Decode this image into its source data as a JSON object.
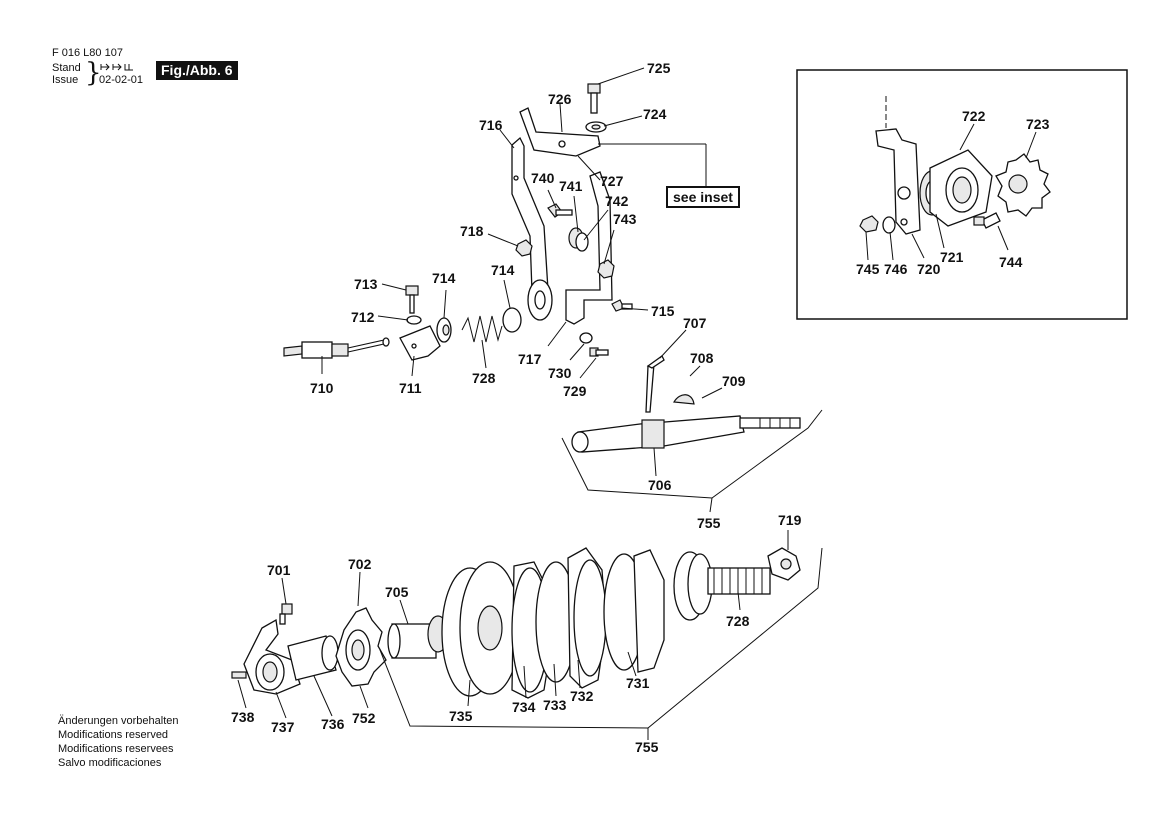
{
  "header": {
    "doc_number": "F 016 L80 107",
    "stand_label": "Stand",
    "issue_label": "Issue",
    "stand_value": "02-02-01",
    "figure_label": "Fig./Abb. 6"
  },
  "footer": {
    "notes": [
      "Änderungen vorbehalten",
      "Modifications reserved",
      "Modifications reservees",
      "Salvo modificaciones"
    ]
  },
  "see_inset_label": "see inset",
  "part_labels": {
    "p725": "725",
    "p726": "726",
    "p724": "724",
    "p716": "716",
    "p727": "727",
    "p740": "740",
    "p741": "741",
    "p742": "742",
    "p743": "743",
    "p718": "718",
    "p713": "713",
    "p714a": "714",
    "p714b": "714",
    "p712": "712",
    "p715": "715",
    "p710": "710",
    "p711": "711",
    "p728a": "728",
    "p717": "717",
    "p730": "730",
    "p729": "729",
    "p707": "707",
    "p708": "708",
    "p709": "709",
    "p706": "706",
    "p755a": "755",
    "p719": "719",
    "p701": "701",
    "p702": "702",
    "p705": "705",
    "p728b": "728",
    "p731": "731",
    "p732": "732",
    "p733": "733",
    "p734": "734",
    "p735": "735",
    "p752": "752",
    "p736": "736",
    "p737": "737",
    "p738": "738",
    "p755b": "755",
    "p722": "722",
    "p723": "723",
    "p721": "721",
    "p720": "720",
    "p744": "744",
    "p745": "745",
    "p746": "746"
  }
}
